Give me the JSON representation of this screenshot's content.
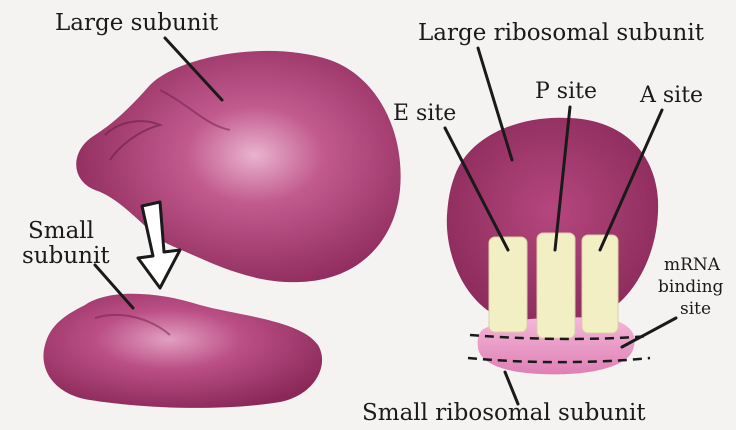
{
  "labels": {
    "large_subunit": "Large subunit",
    "small_subunit_line1": "Small",
    "small_subunit_line2": "subunit",
    "large_ribosomal_subunit": "Large ribosomal subunit",
    "e_site": "E site",
    "p_site": "P site",
    "a_site": "A site",
    "mrna_line1": "mRNA",
    "mrna_line2": "binding",
    "mrna_line3": "site",
    "small_ribosomal_subunit": "Small ribosomal subunit"
  },
  "colors": {
    "ribosome_dark": "#8e2a5c",
    "ribosome_mid": "#b5477e",
    "ribosome_light": "#e7a9c9",
    "small_subunit_right": "#e68cc0",
    "site_fill": "#f3efc4"
  }
}
